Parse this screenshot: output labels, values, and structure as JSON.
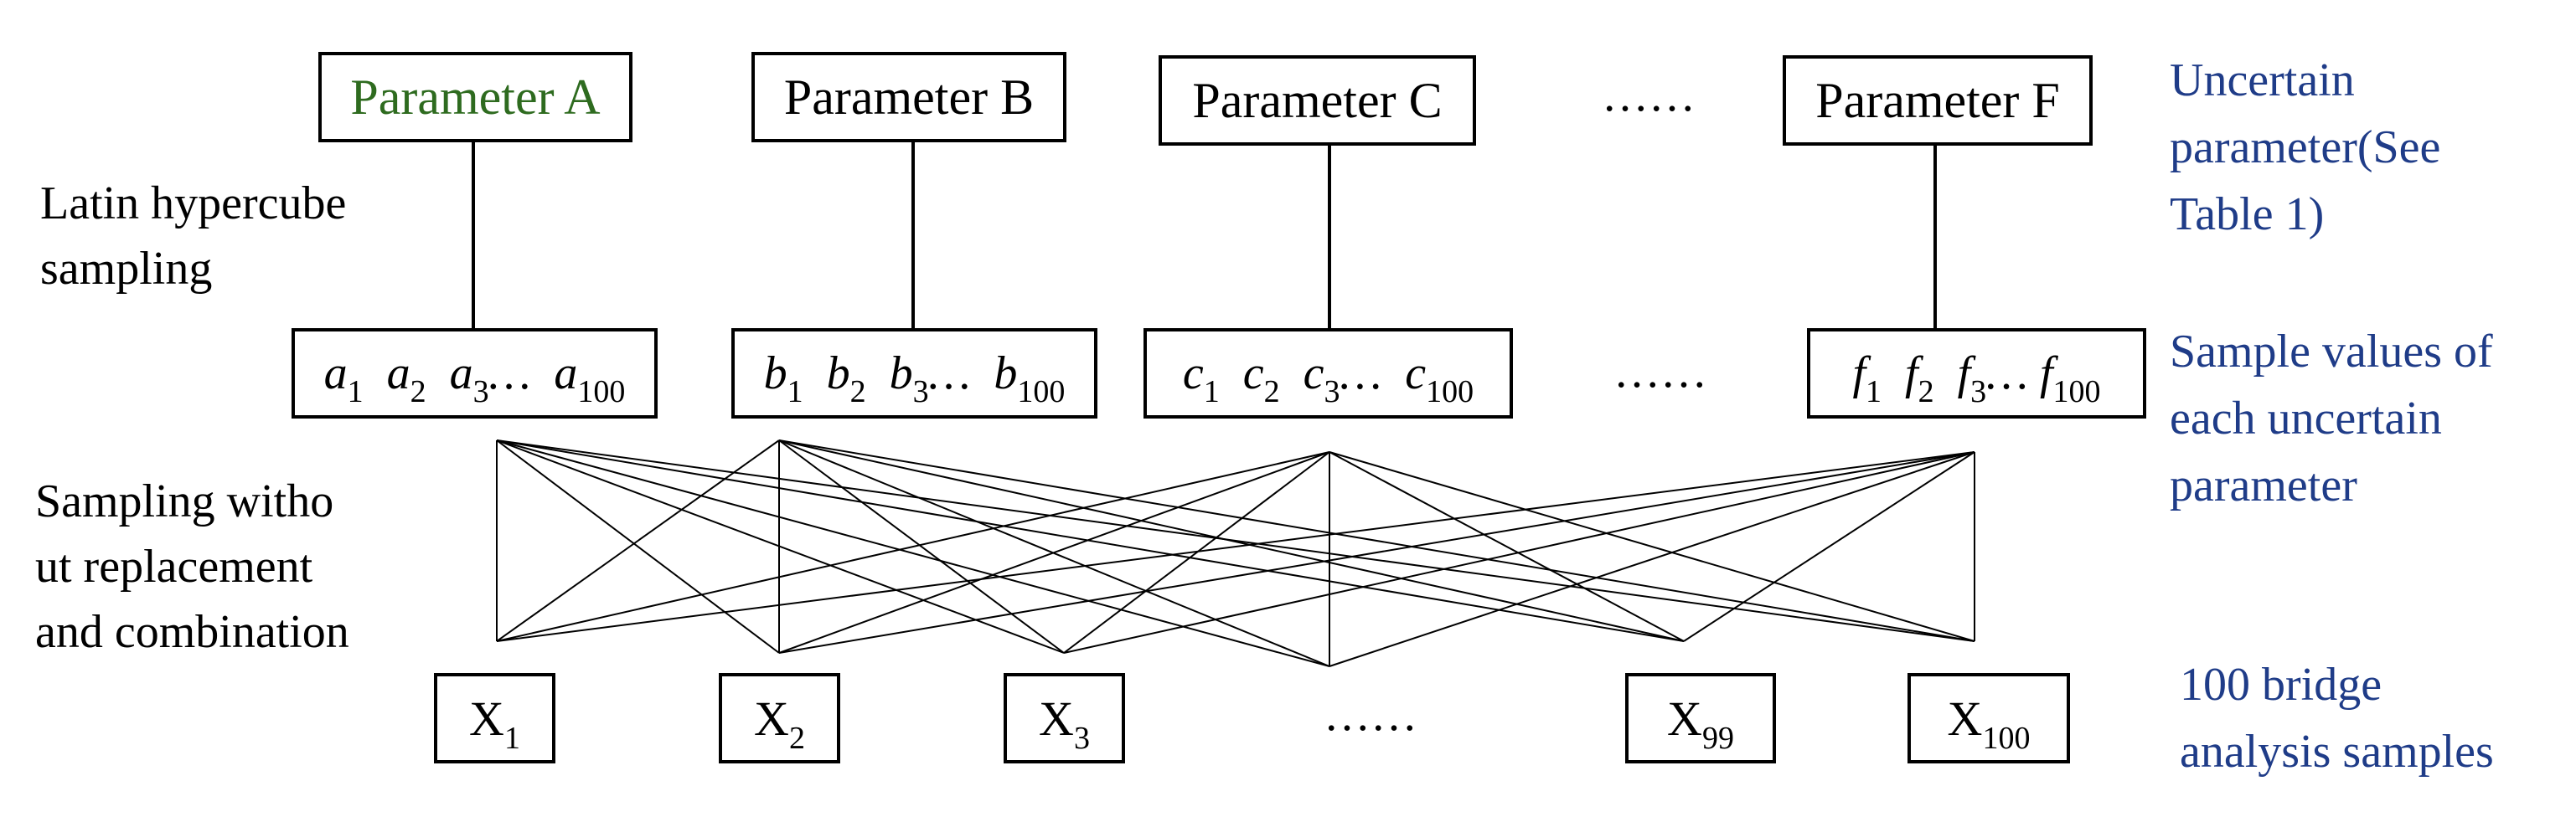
{
  "colors": {
    "param_a": "#2e6b1f",
    "side_labels": "#1f3c88"
  },
  "parameters": [
    {
      "label": "Parameter A"
    },
    {
      "label": "Parameter B"
    },
    {
      "label": "Parameter C"
    },
    {
      "label": "Parameter F"
    }
  ],
  "ellipsis": "……",
  "samples": [
    {
      "letter": "a",
      "subs": [
        "1",
        "2",
        "3",
        "100"
      ]
    },
    {
      "letter": "b",
      "subs": [
        "1",
        "2",
        "3",
        "100"
      ]
    },
    {
      "letter": "c",
      "subs": [
        "1",
        "2",
        "3",
        "100"
      ]
    },
    {
      "letter": "f",
      "subs": [
        "1",
        "2",
        "3",
        "100"
      ]
    }
  ],
  "outputs": [
    {
      "letter": "X",
      "sub": "1"
    },
    {
      "letter": "X",
      "sub": "2"
    },
    {
      "letter": "X",
      "sub": "3"
    },
    {
      "letter": "X",
      "sub": "99"
    },
    {
      "letter": "X",
      "sub": "100"
    }
  ],
  "left_labels": {
    "lhs": "Latin hypercube\nsampling",
    "combo": "Sampling witho\nut replacement\nand combination"
  },
  "right_labels": {
    "uncertain": "Uncertain\nparameter(See\nTable 1)",
    "sample_values": "Sample values of\neach uncertain\nparameter",
    "bridge": "100 bridge\nanalysis samples"
  }
}
